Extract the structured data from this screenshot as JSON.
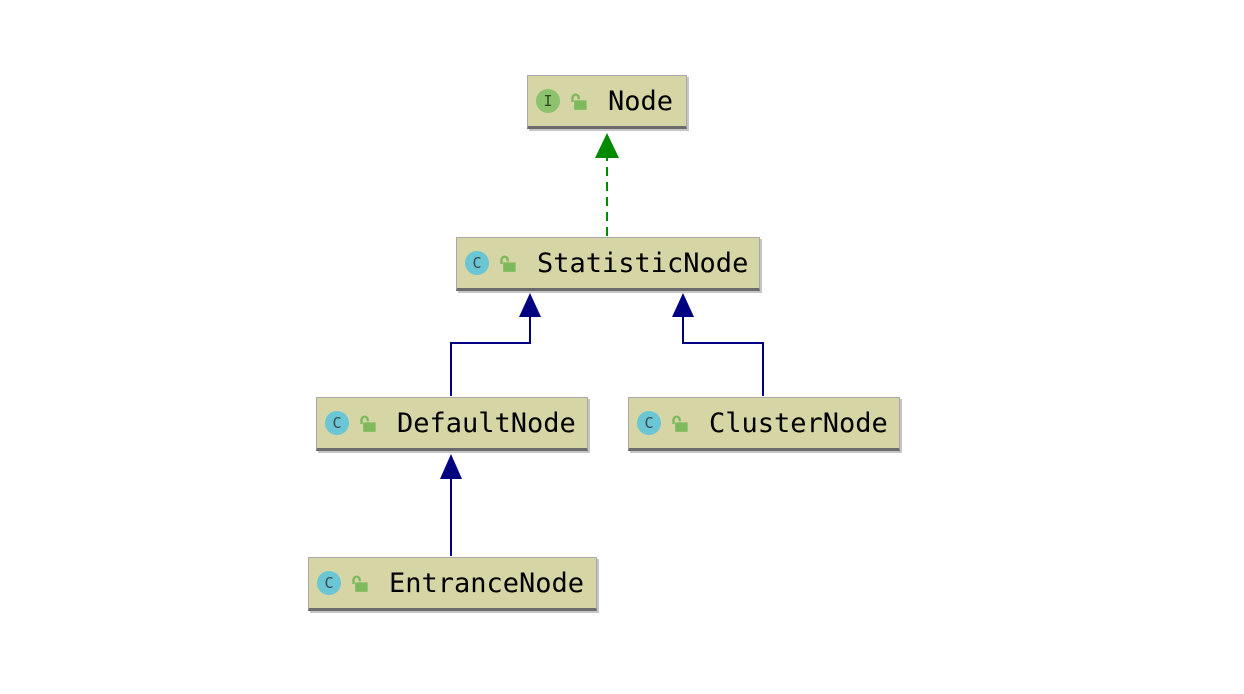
{
  "diagram": {
    "type": "uml-class-hierarchy",
    "nodes": [
      {
        "id": "Node",
        "label": "Node",
        "kind": "interface",
        "visibility": "public"
      },
      {
        "id": "StatisticNode",
        "label": "StatisticNode",
        "kind": "class",
        "visibility": "public"
      },
      {
        "id": "DefaultNode",
        "label": "DefaultNode",
        "kind": "class",
        "visibility": "public"
      },
      {
        "id": "ClusterNode",
        "label": "ClusterNode",
        "kind": "class",
        "visibility": "public"
      },
      {
        "id": "EntranceNode",
        "label": "EntranceNode",
        "kind": "class",
        "visibility": "public"
      }
    ],
    "edges": [
      {
        "from": "StatisticNode",
        "to": "Node",
        "relation": "implements",
        "line": "dashed"
      },
      {
        "from": "DefaultNode",
        "to": "StatisticNode",
        "relation": "extends",
        "line": "solid"
      },
      {
        "from": "ClusterNode",
        "to": "StatisticNode",
        "relation": "extends",
        "line": "solid"
      },
      {
        "from": "EntranceNode",
        "to": "DefaultNode",
        "relation": "extends",
        "line": "solid"
      }
    ],
    "icons": {
      "interface_letter": "I",
      "class_letter": "C",
      "lock": "open-padlock"
    },
    "colors": {
      "node_fill": "#d5d5a5",
      "node_border": "#a8a8a8",
      "node_border_bottom": "#6b6b6b",
      "implements_green": "#008a00",
      "extends_navy": "#000080",
      "interface_icon_bg": "#8cc16d",
      "class_icon_bg": "#6ac5d4",
      "lock_icon": "#7eb95c"
    }
  }
}
